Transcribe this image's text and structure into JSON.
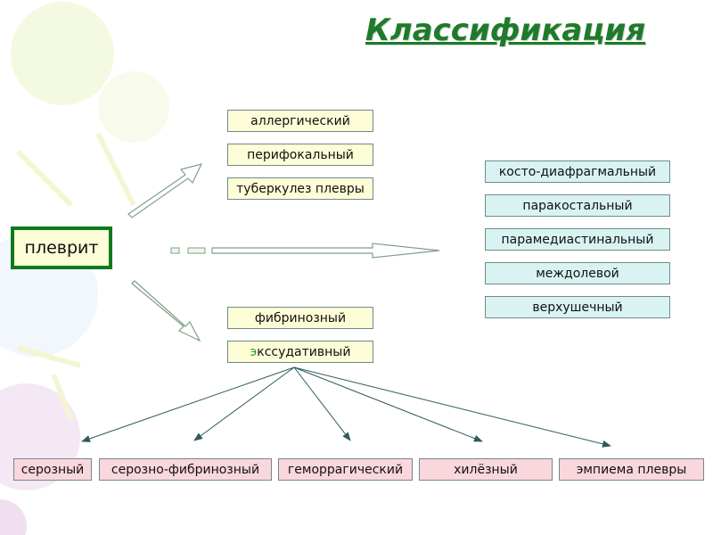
{
  "title": "Классификация",
  "root": "плеврит",
  "etiology": [
    "аллергический",
    "перифокальный",
    "туберкулез плевры"
  ],
  "localization": [
    "косто-диафрагмальный",
    "паракостальный",
    "парамедиастинальный",
    "междолевой",
    "верхушечный"
  ],
  "character": {
    "fibrinous": "фибринозный",
    "exudative_first": "э",
    "exudative_rest": "ксcудативный"
  },
  "exudate_types": [
    "серозный",
    "серозно-фибринозный",
    "геморрагический",
    "хилёзный",
    "эмпиема плевры"
  ],
  "colors": {
    "title": "#1f7a2b",
    "root_border": "#0d7a1c",
    "box_yellow": "#fdfdd7",
    "box_cyan": "#d9f3f3",
    "box_pink": "#fad7dc"
  }
}
